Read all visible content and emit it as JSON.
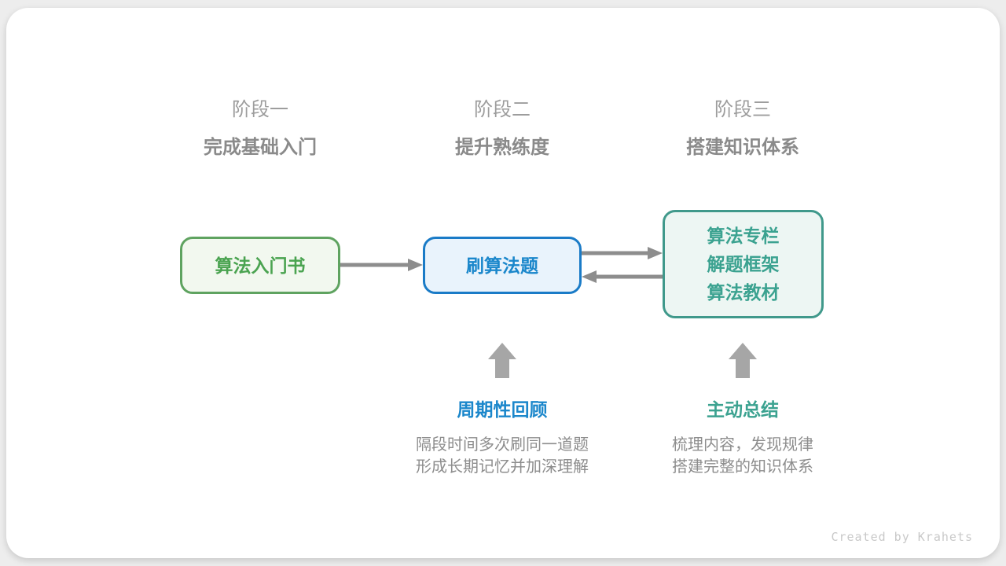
{
  "stages": [
    {
      "label": "阶段一",
      "subtitle": "完成基础入门"
    },
    {
      "label": "阶段二",
      "subtitle": "提升熟练度"
    },
    {
      "label": "阶段三",
      "subtitle": "搭建知识体系"
    }
  ],
  "nodes": [
    {
      "lines": [
        "算法入门书"
      ],
      "theme": "green"
    },
    {
      "lines": [
        "刷算法题"
      ],
      "theme": "blue"
    },
    {
      "lines": [
        "算法专栏",
        "解题框架",
        "算法教材"
      ],
      "theme": "teal"
    }
  ],
  "arrows": [
    {
      "name": "node1-to-node2",
      "direction": "right"
    },
    {
      "name": "node2-to-node3",
      "direction": "right"
    },
    {
      "name": "node3-to-node2",
      "direction": "left"
    },
    {
      "name": "review-up-arrow",
      "direction": "up"
    },
    {
      "name": "summary-up-arrow",
      "direction": "up"
    }
  ],
  "annotations": [
    {
      "title": "周期性回顾",
      "color": "blue",
      "lines": [
        "隔段时间多次刷同一道题",
        "形成长期记忆并加深理解"
      ]
    },
    {
      "title": "主动总结",
      "color": "teal",
      "lines": [
        "梳理内容，发现规律",
        "搭建完整的知识体系"
      ]
    }
  ],
  "colors": {
    "green_border": "#5fa360",
    "green_text": "#4aa350",
    "green_bg": "#f2f8ef",
    "blue_border": "#1a7bc7",
    "blue_text": "#1b87cb",
    "blue_bg": "#e9f3fc",
    "teal_border": "#40998b",
    "teal_text": "#3ba290",
    "teal_bg": "#edf6f3",
    "arrow_gray": "#8d8d8d",
    "block_arrow_gray": "#a6a6a6"
  },
  "footer": {
    "credit": "Created by Krahets"
  }
}
